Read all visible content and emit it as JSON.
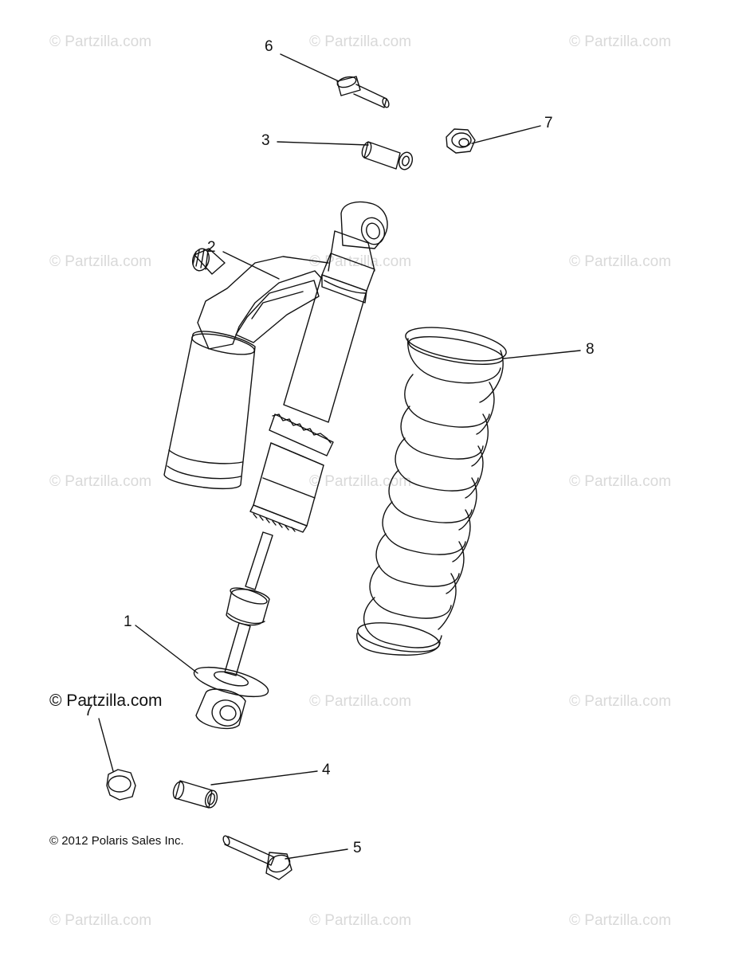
{
  "watermark_text": "© Partzilla.com",
  "copyright": "© 2012 Polaris Sales Inc.",
  "callouts": [
    "6",
    "3",
    "7",
    "2",
    "8",
    "1",
    "7",
    "4",
    "5"
  ],
  "colors": {
    "line": "#111111",
    "watermark": "#d9d9d9",
    "background": "#ffffff"
  }
}
